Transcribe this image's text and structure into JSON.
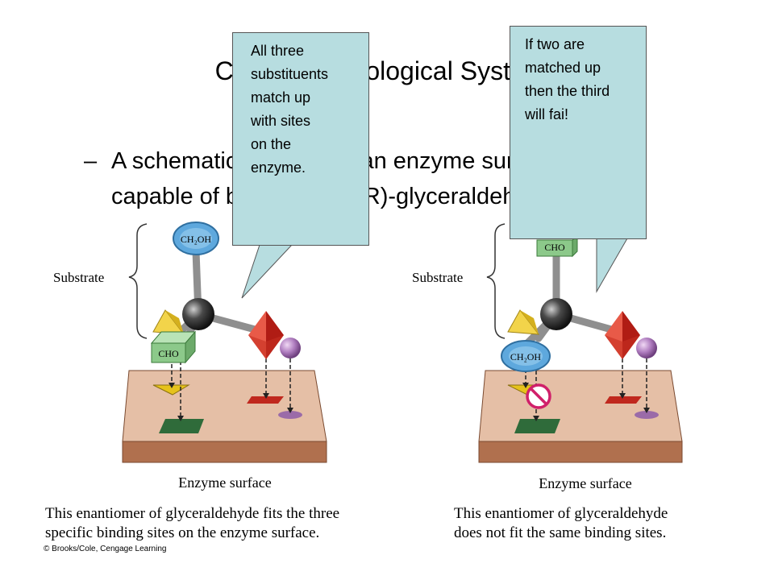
{
  "slide": {
    "title": "Chirality in Biological Systems",
    "bullet_dash": "–",
    "bullet_line1": "A schematic diagram of an enzyme surface",
    "bullet_line2": "capable of binding with (R)-glyceraldehyde"
  },
  "callouts": [
    {
      "lines": [
        "All three",
        "substituents",
        "match up",
        "with sites",
        "on the",
        "enzyme."
      ]
    },
    {
      "lines": [
        "If two are",
        "matched up",
        "then the third",
        "will fai!"
      ]
    }
  ],
  "left_diagram": {
    "substrate_label": "Substrate",
    "top_group": "CH₂OH",
    "front_group": "CHO",
    "surface_label": "Enzyme surface",
    "caption_line1": "This enantiomer of glyceraldehyde fits the three",
    "caption_line2": "specific binding sites on the enzyme surface."
  },
  "right_diagram": {
    "substrate_label": "Substrate",
    "top_group": "CHO",
    "front_group": "CH₂OH",
    "surface_label": "Enzyme surface",
    "caption_line1": "This enantiomer of glyceraldehyde",
    "caption_line2": "does not fit the same binding sites."
  },
  "copyright": "© Brooks/Cole, Cengage Learning",
  "colors": {
    "callout_bg": "#b7dde0",
    "enzyme_top": "#e5bfa6",
    "enzyme_side": "#b0704e",
    "green_site": "#2f6b3a",
    "red_site": "#c0281e",
    "purple_site": "#9b6ba8",
    "yellow_site": "#e6c21c",
    "blue_group": "#5ea8dd",
    "no_symbol": "#d0206a"
  }
}
